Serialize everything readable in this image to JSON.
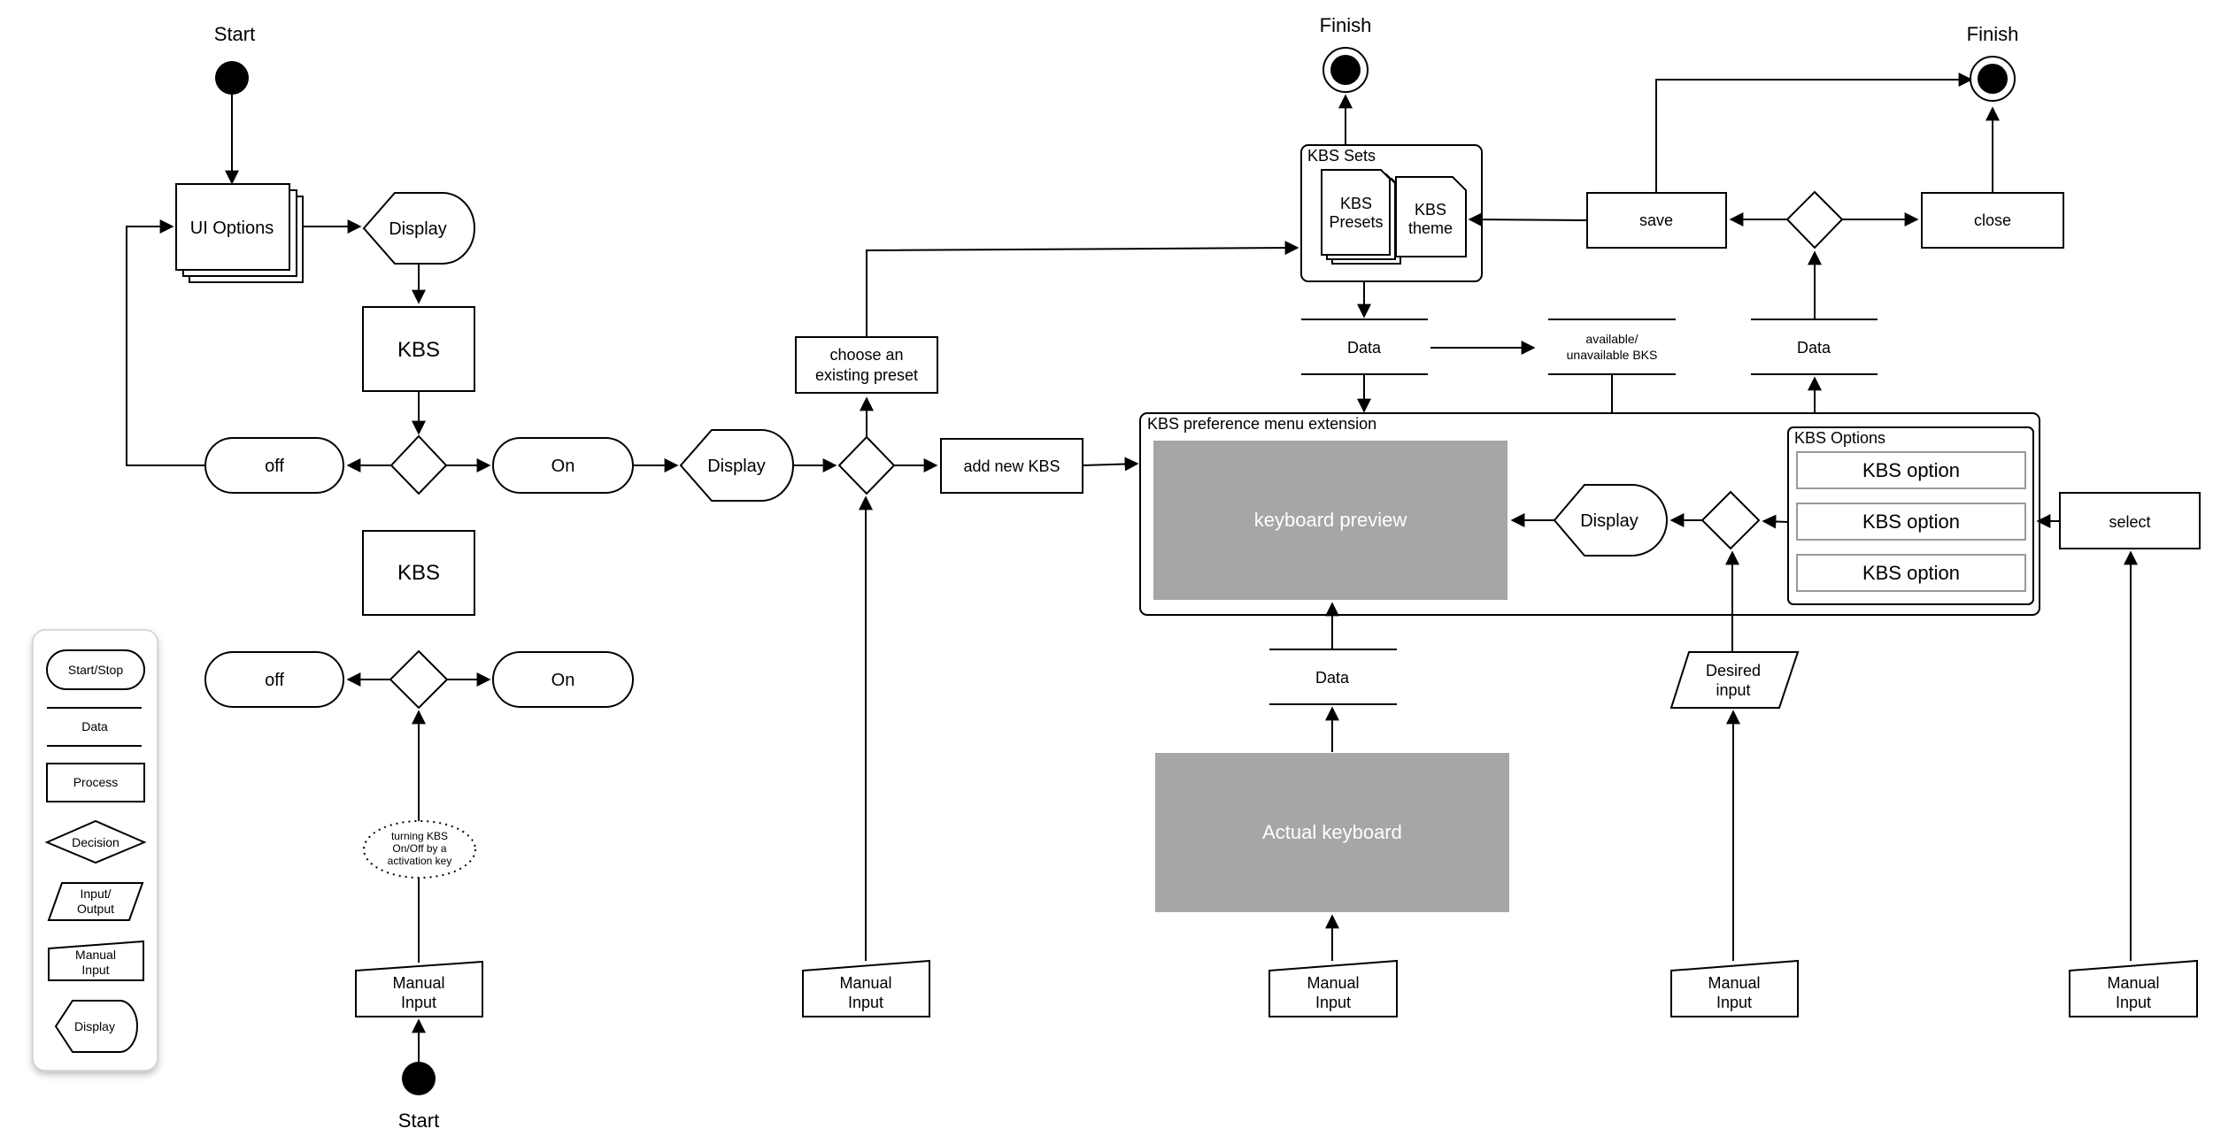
{
  "labels": {
    "start_top": "Start",
    "start_bottom": "Start",
    "finish_left": "Finish",
    "finish_right": "Finish",
    "ui_options": "UI Options",
    "display": "Display",
    "kbs": "KBS",
    "off": "off",
    "on": "On",
    "turning_kbs": [
      "turning KBS",
      "On/Off by a",
      "activation key"
    ],
    "manual_input": [
      "Manual",
      "Input"
    ],
    "choose_preset": [
      "choose an",
      "existing preset"
    ],
    "add_new_kbs": "add new KBS",
    "kbs_sets": "KBS Sets",
    "kbs_presets": [
      "KBS",
      "Presets"
    ],
    "kbs_theme": [
      "KBS",
      "theme"
    ],
    "data": "Data",
    "available_bks": [
      "available/",
      "unavailable BKS"
    ],
    "save": "save",
    "close": "close",
    "kbs_pref_menu": "KBS preference menu extension",
    "keyboard_preview": "keyboard preview",
    "actual_keyboard": "Actual keyboard",
    "kbs_options": "KBS Options",
    "kbs_option": "KBS option",
    "select": "select",
    "desired_input": [
      "Desired",
      "input"
    ]
  },
  "legend": {
    "start_stop": "Start/Stop",
    "data": "Data",
    "process": "Process",
    "decision": "Decision",
    "input_output": [
      "Input/",
      "Output"
    ],
    "manual_input": [
      "Manual",
      "Input"
    ],
    "display": "Display"
  },
  "colors": {
    "keyboard_fill": "#a6a6a6",
    "line": "#000000",
    "background": "#ffffff"
  }
}
